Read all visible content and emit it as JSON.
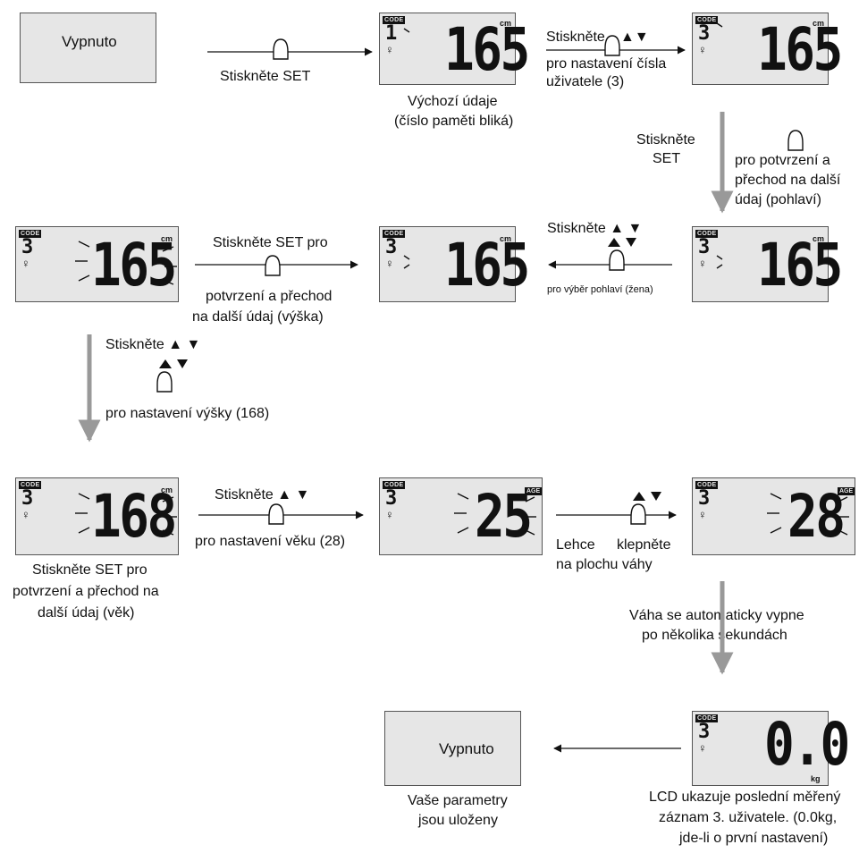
{
  "state_off_label": "Vypnuto",
  "press_set": "Stiskněte SET",
  "press": "Stiskněte",
  "press_arrows": "Stiskněte ▲ ▼",
  "arrows": "▲▼",
  "set_user_number": "pro nastavení čísla uživatele (3)",
  "default_data": "Výchozí údaje",
  "memory_blinks": "(číslo paměti bliká)",
  "press_set_right_a": "Stiskněte",
  "press_set_right_b": "SET",
  "confirm_gender_1": "pro potvrzení a",
  "confirm_gender_2": "přechod na další",
  "confirm_gender_3": "údaj (pohlaví)",
  "gender_choice": "pro výběr pohlaví (žena)",
  "press_set_for": "Stiskněte SET pro",
  "confirm_height_1": "potvrzení a přechod",
  "confirm_height_2": "na další údaj (výška)",
  "set_height": "pro nastavení výšky (168)",
  "set_age": "pro nastavení věku (28)",
  "tap_1a": "Lehce",
  "tap_1b": "klepněte",
  "tap_2": "na plochu váhy",
  "confirm_age_1": "Stiskněte SET pro",
  "confirm_age_2": "potvrzení a přechod na",
  "confirm_age_3": "další údaj (věk)",
  "auto_off_1": "Váha se automaticky vypne",
  "auto_off_2": "po několika sekundách",
  "saved_1": "Vaše parametry",
  "saved_2": "jsou uloženy",
  "lcd_last_1": "LCD ukazuje poslední měřený",
  "lcd_last_2": "záznam 3. uživatele. (0.0kg,",
  "lcd_last_3": "jde-li o první nastavení)",
  "lcd": {
    "code": "CODE",
    "unit_cm": "cm",
    "unit_kg": "kg",
    "age": "AGE",
    "user_default": "1",
    "user_set": "3",
    "v165": "165",
    "v168": "168",
    "v25": "25",
    "v28": "28",
    "v00": "0.0"
  }
}
